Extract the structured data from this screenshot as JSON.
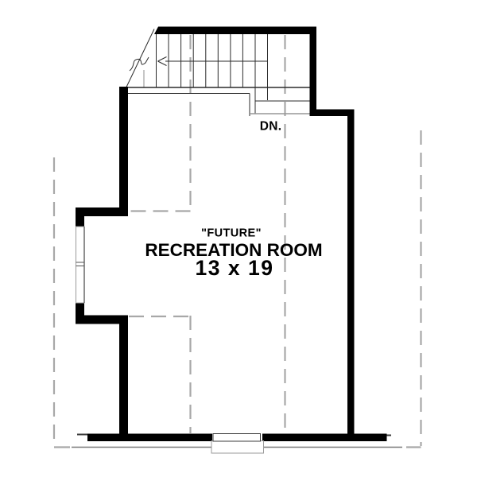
{
  "plan": {
    "labels": {
      "future": "\"FUTURE\"",
      "room_name": "RECREATION ROOM",
      "room_size": "13 x 19",
      "stair_direction": "DN."
    },
    "colors": {
      "wall": "#000000",
      "stair_lines": "#2b2b2b",
      "ceiling_break_dashed": "#a8a8a8",
      "roof_outline": "#787878",
      "background": "#ffffff"
    }
  }
}
